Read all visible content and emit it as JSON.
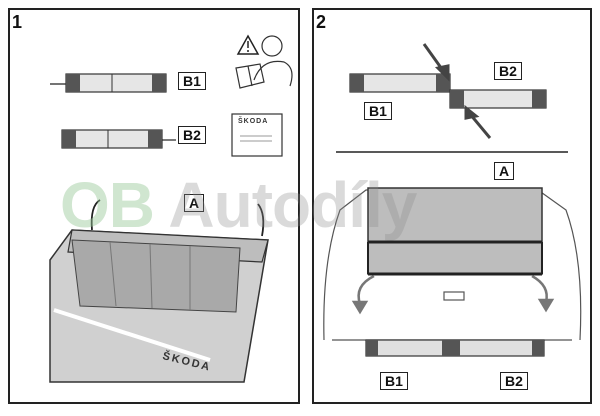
{
  "panel1": {
    "step": "1",
    "labels": {
      "b1": "B1",
      "b2": "B2",
      "a": "A"
    },
    "booklet_brand": "ŠKODA",
    "net_brand": "ŠKODA"
  },
  "panel2": {
    "step": "2",
    "labels": {
      "b1_top": "B1",
      "b2_top": "B2",
      "a": "A",
      "b1_bottom": "B1",
      "b2_bottom": "B2"
    }
  },
  "watermark": {
    "part1": "OB",
    "part2": " Autodíly"
  },
  "colors": {
    "ink": "#222222",
    "part": "#555555",
    "net": "#9a9a9a",
    "arrow": "#444444"
  }
}
